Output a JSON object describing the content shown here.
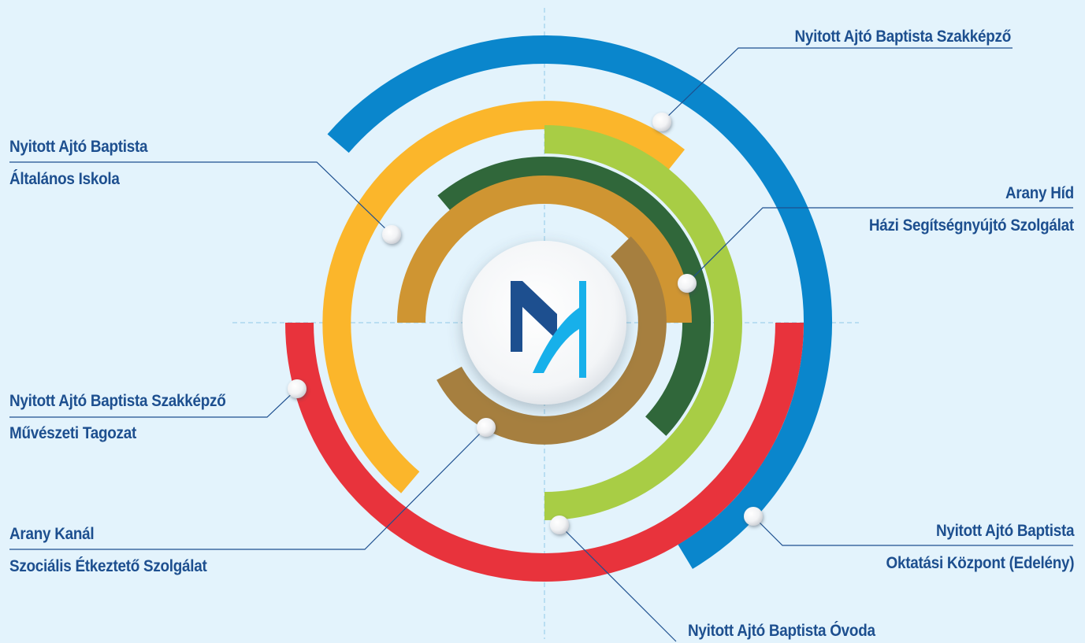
{
  "diagram": {
    "nodes": [
      {
        "id": "szakkepzo",
        "lines": [
          "Nyitott Ajtó Baptista Szakképző"
        ],
        "color": "#fbb62b"
      },
      {
        "id": "altalanos",
        "lines": [
          "Nyitott Ajtó Baptista",
          "Általános Iskola"
        ],
        "color": "#30673a"
      },
      {
        "id": "arany-hid",
        "lines": [
          "Arany Híd",
          "Házi Segítségnyújtó Szolgálat"
        ],
        "color": "#a67f3f"
      },
      {
        "id": "muveszeti",
        "lines": [
          "Nyitott Ajtó Baptista Szakképző",
          "Művészeti Tagozat"
        ],
        "color": "#e8333c"
      },
      {
        "id": "arany-kanal",
        "lines": [
          "Arany Kanál",
          "Szociális Étkeztető Szolgálat"
        ],
        "color": "#cf9532"
      },
      {
        "id": "oktatasi",
        "lines": [
          "Nyitott Ajtó Baptista",
          "Oktatási Központ (Edelény)"
        ],
        "color": "#0a86cc"
      },
      {
        "id": "ovoda",
        "lines": [
          "Nyitott Ajtó Baptista Óvoda"
        ],
        "color": "#a8cd45"
      }
    ],
    "center_logo": {
      "icon": "nyitott-ajto-logo",
      "colors": [
        "#1d4f8f",
        "#17b0ea"
      ]
    }
  }
}
